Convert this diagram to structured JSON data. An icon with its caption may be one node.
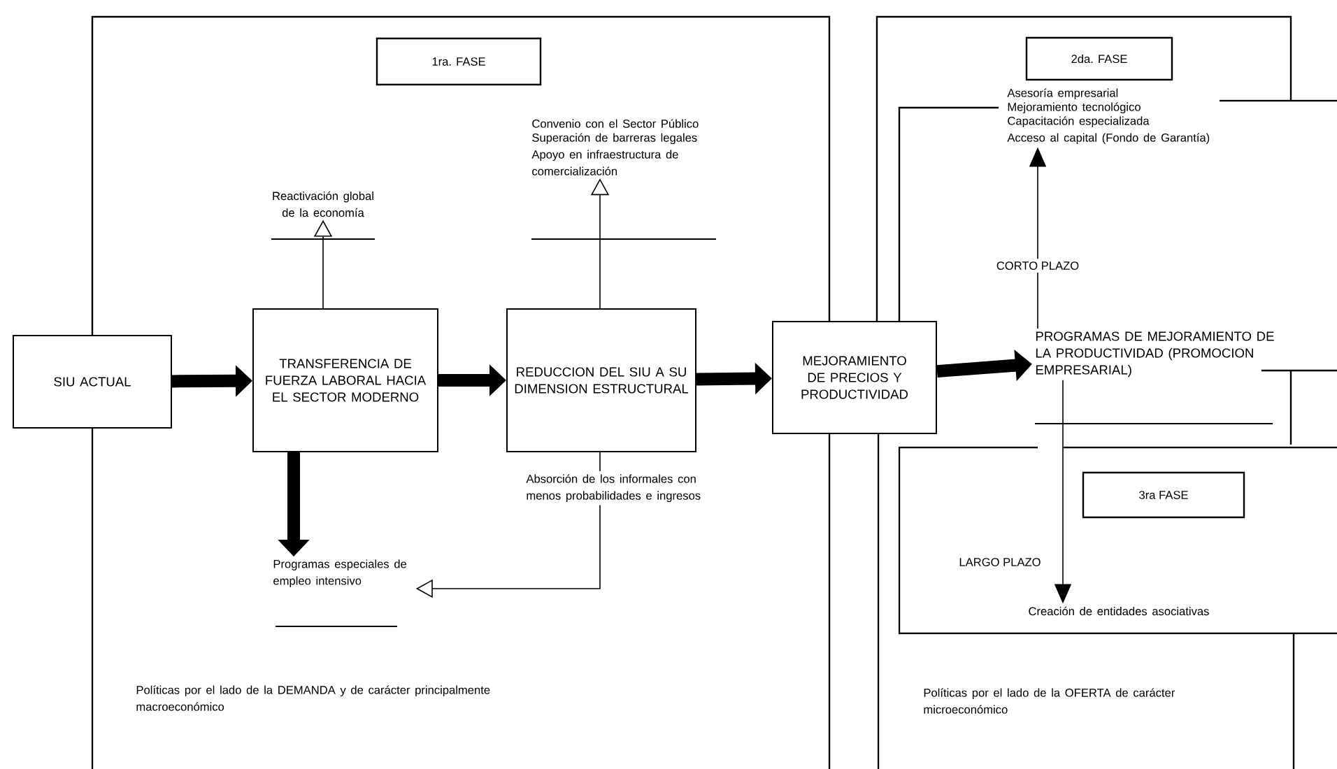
{
  "diagram": {
    "nodes": [
      {
        "text": [
          "1ra. FASE"
        ]
      },
      {
        "text": [
          "2da. FASE"
        ]
      },
      {
        "text": [
          "Convenio con el Sector Público",
          "Superación de barreras legales",
          "Apoyo en infraestructura de comercialización"
        ]
      },
      {
        "text": [
          "Asesoría empresarial",
          "Mejoramiento tecnológico",
          "Capacitación especializada",
          "Acceso al capital (Fondo de Garantía)"
        ]
      },
      {
        "text": [
          "Reactivación global de la economía"
        ]
      },
      {
        "text": [
          "SIU ACTUAL"
        ]
      },
      {
        "text": [
          "TRANSFERENCIA DE FUERZA LABORAL HACIA EL SECTOR MODERNO"
        ]
      },
      {
        "text": [
          "REDUCCION DEL SIU A SU DIMENSION ESTRUCTURAL"
        ]
      },
      {
        "text": [
          "MEJORAMIENTO DE PRECIOS Y PRODUCTIVIDAD"
        ]
      },
      {
        "text": [
          "PROGRAMAS DE MEJORAMIENTO DE LA PRODUCTIVIDAD (PROMOCION EMPRESARIAL)"
        ]
      },
      {
        "text": [
          "3ra FASE"
        ]
      },
      {
        "text": [
          "Absorción de los informales con menos probabilidades e ingresos"
        ]
      },
      {
        "text": [
          "Programas especiales de empleo intensivo"
        ]
      },
      {
        "text": [
          "Creación de entidades asociativas"
        ]
      }
    ],
    "edges": [
      {
        "from": 5,
        "to": 6,
        "arrow": "to",
        "style": "thick"
      },
      {
        "from": 6,
        "to": 7,
        "arrow": "to",
        "style": "thick"
      },
      {
        "from": 7,
        "to": 8,
        "arrow": "to",
        "style": "thick"
      },
      {
        "from": 8,
        "to": 9,
        "arrow": "to",
        "style": "thick"
      },
      {
        "from": 6,
        "to": 4,
        "arrow": "to"
      },
      {
        "from": 7,
        "to": 2,
        "arrow": "to"
      },
      {
        "from": 6,
        "to": 12,
        "arrow": "to",
        "style": "thick"
      },
      {
        "from": 7,
        "to": 11,
        "arrow": "none"
      },
      {
        "from": 11,
        "to": 12,
        "arrow": "to"
      },
      {
        "from": 9,
        "to": 3,
        "arrow": "to",
        "label": "CORTO PLAZO"
      },
      {
        "from": 9,
        "to": 13,
        "arrow": "to",
        "label": "LARGO PLAZO"
      }
    ],
    "labels": [
      "Políticas por el lado de la DEMANDA y de carácter principalmente macroeconómico",
      "Políticas por el lado de la OFERTA de carácter microeconómico"
    ]
  }
}
